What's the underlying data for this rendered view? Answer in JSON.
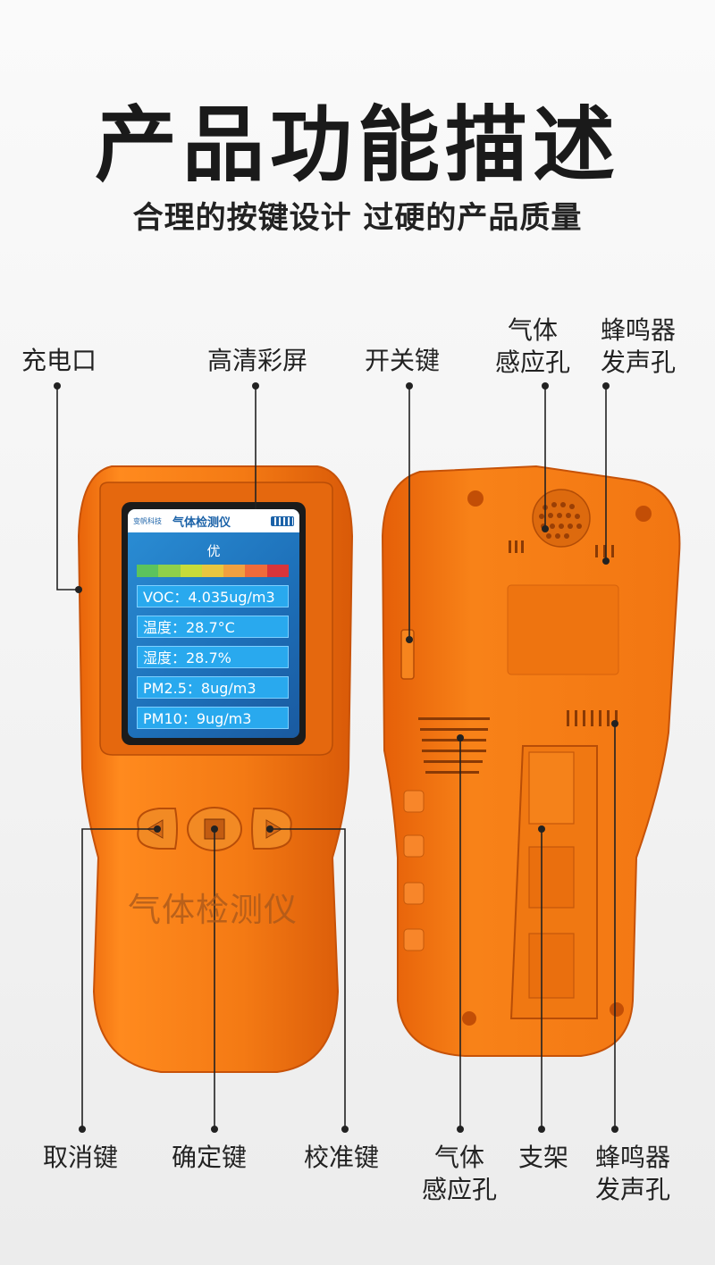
{
  "header": {
    "title": "产品功能描述",
    "subtitle": "合理的按键设计 过硬的产品质量"
  },
  "labels": {
    "charging_port": "充电口",
    "hd_screen": "高清彩屏",
    "power_key": "开关键",
    "gas_hole_top_l1": "气体",
    "gas_hole_top_l2": "感应孔",
    "buzzer_top_l1": "蜂鸣器",
    "buzzer_top_l2": "发声孔",
    "cancel_key": "取消键",
    "confirm_key": "确定键",
    "calibrate_key": "校准键",
    "gas_hole_bottom_l1": "气体",
    "gas_hole_bottom_l2": "感应孔",
    "stand": "支架",
    "buzzer_bottom_l1": "蜂鸣器",
    "buzzer_bottom_l2": "发声孔"
  },
  "screen": {
    "brand": "变帆科技",
    "device_title": "气体检测仪",
    "status": "优",
    "readings": [
      "VOC：4.035ug/m3",
      "温度：28.7°C",
      "湿度：28.7%",
      "PM2.5：8ug/m3",
      "PM10：9ug/m3"
    ],
    "scale_colors": [
      "#5cc35c",
      "#8fd04a",
      "#c7dc3a",
      "#e9c640",
      "#f0a040",
      "#ef6b3a",
      "#d8353a"
    ]
  },
  "device": {
    "front_text": "气体检测仪",
    "body_color": "#f07a12",
    "accent_color": "#ff8a1e"
  }
}
